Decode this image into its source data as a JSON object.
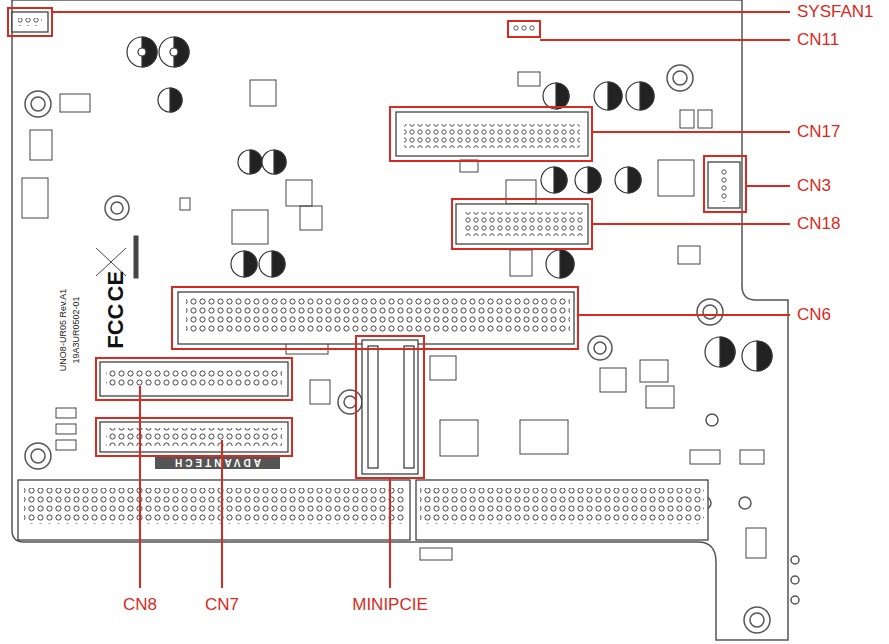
{
  "diagram": {
    "labels": [
      "SYSFAN1",
      "CN11",
      "CN17",
      "CN3",
      "CN18",
      "CN6",
      "CN8",
      "CN7",
      "MINIPCIE",
      "FCC",
      "CE",
      "UNO8-UR05 Rev.A1",
      "19A3UR0502-01",
      "ADVANTECH"
    ]
  }
}
